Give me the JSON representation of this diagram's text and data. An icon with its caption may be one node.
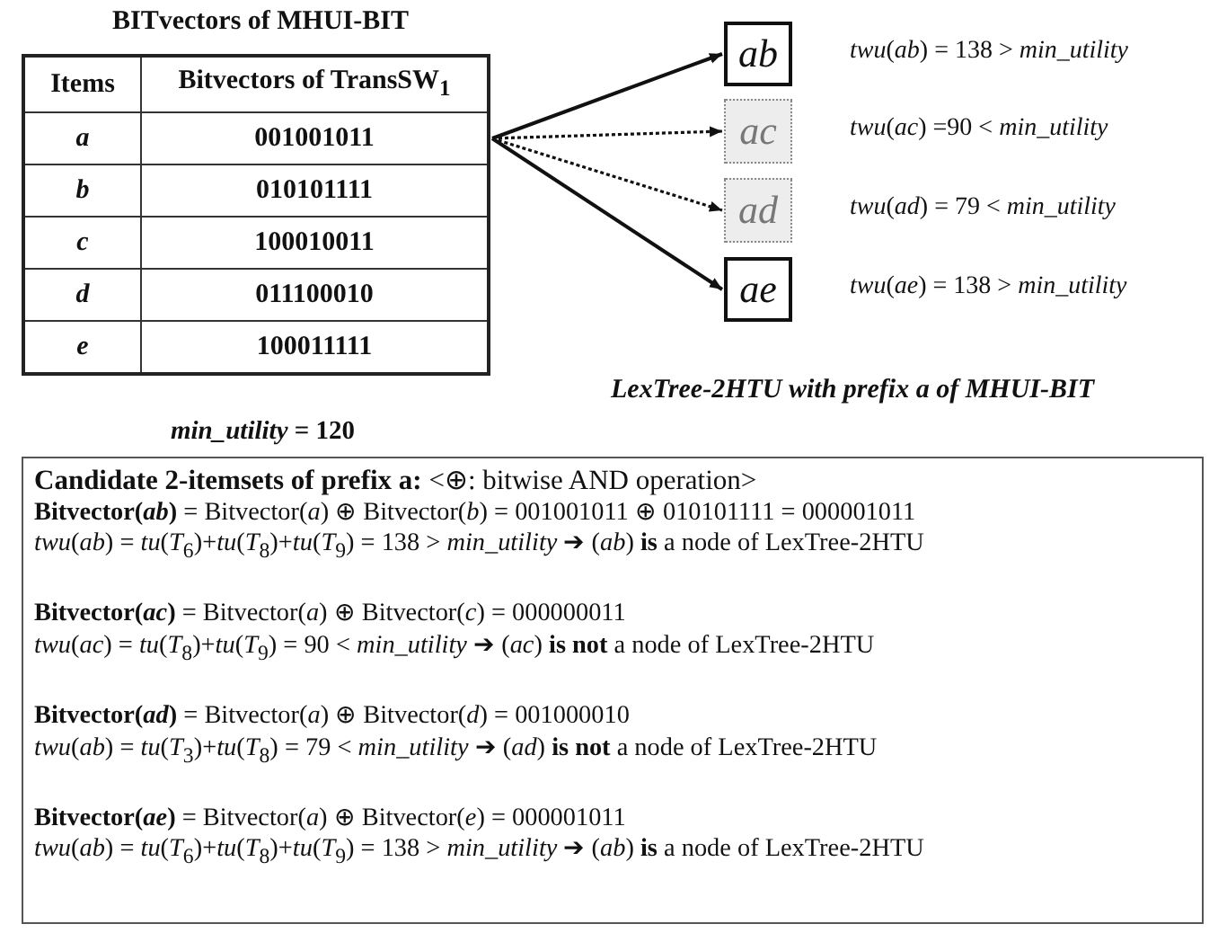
{
  "diagram": {
    "nodes": [
      {
        "text": [
          "BITvectors of MHUI-BIT",
          "Items",
          "Bitvectors of TransSW$_{1}$",
          "*a*",
          "001001011",
          "*b*",
          "010101111",
          "*c*",
          "100010011",
          "*d*",
          "011100010",
          "*e*",
          "100011111"
        ]
      },
      {
        "text": [
          "*ab*"
        ],
        "beside": [
          "*twu*(*ab*) = 138 > *min_utility*"
        ]
      },
      {
        "text": [
          "*ac*"
        ],
        "beside": [
          "*twu*(*ac*) =90 < *min_utility*"
        ]
      },
      {
        "text": [
          "*ad*"
        ],
        "beside": [
          "*twu*(*ad*) = 79 < *min_utility*"
        ]
      },
      {
        "text": [
          "*ae*"
        ],
        "beside": [
          "*twu*(*ae*) = 138 > *min_utility*"
        ]
      },
      {
        "text": [
          "**Candidate 2-itemsets of prefix a:** <⊕: bitwise AND operation>",
          "**Bitvector(*ab*)** = Bitvector(*a*) ⊕ Bitvector(*b*) = 001001011 ⊕ 010101111 = 000001011",
          "*twu*(*ab*) = *tu*(*T*$_{6}$)+*tu*(*T*$_{8}$)+*tu*(*T*$_{9}$) = 138 > *min_utility* ➔ (*ab*) **is** a node of LexTree-2HTU",
          "**Bitvector(*ac*)** = Bitvector(*a*) ⊕ Bitvector(*c*) = 000000011",
          "*twu*(*ac*) = *tu*(*T*$_{8}$)+*tu*(*T*$_{9}$) = 90 < *min_utility* ➔ (*ac*) **is not** a node of LexTree-2HTU",
          "**Bitvector(*ad*)** = Bitvector(*a*) ⊕ Bitvector(*d*) = 001000010",
          "*twu*(*ab*) = *tu*(*T*$_{3}$)+*tu*(*T*$_{8}$) = 79 < *min_utility* ➔ (*ad*) **is not** a node of LexTree-2HTU",
          "**Bitvector(*ae*)** = Bitvector(*a*) ⊕ Bitvector(*e*) = 000001011",
          "*twu*(*ab*) = *tu*(*T*$_{6}$)+*tu*(*T*$_{8}$)+*tu*(*T*$_{9}$) = 138 > *min_utility* ➔ (*ab*) **is** a node of LexTree-2HTU"
        ]
      }
    ],
    "edges": [
      {
        "from": 0,
        "to": 1,
        "arrow": "to"
      },
      {
        "from": 0,
        "to": 2,
        "arrow": "to",
        "style": "dashed"
      },
      {
        "from": 0,
        "to": 3,
        "arrow": "to",
        "style": "dashed"
      },
      {
        "from": 0,
        "to": 4,
        "arrow": "to"
      }
    ],
    "labels": [
      "LexTree-2HTU with prefix a of MHUI-BIT",
      "*min_utility* = 120"
    ]
  }
}
